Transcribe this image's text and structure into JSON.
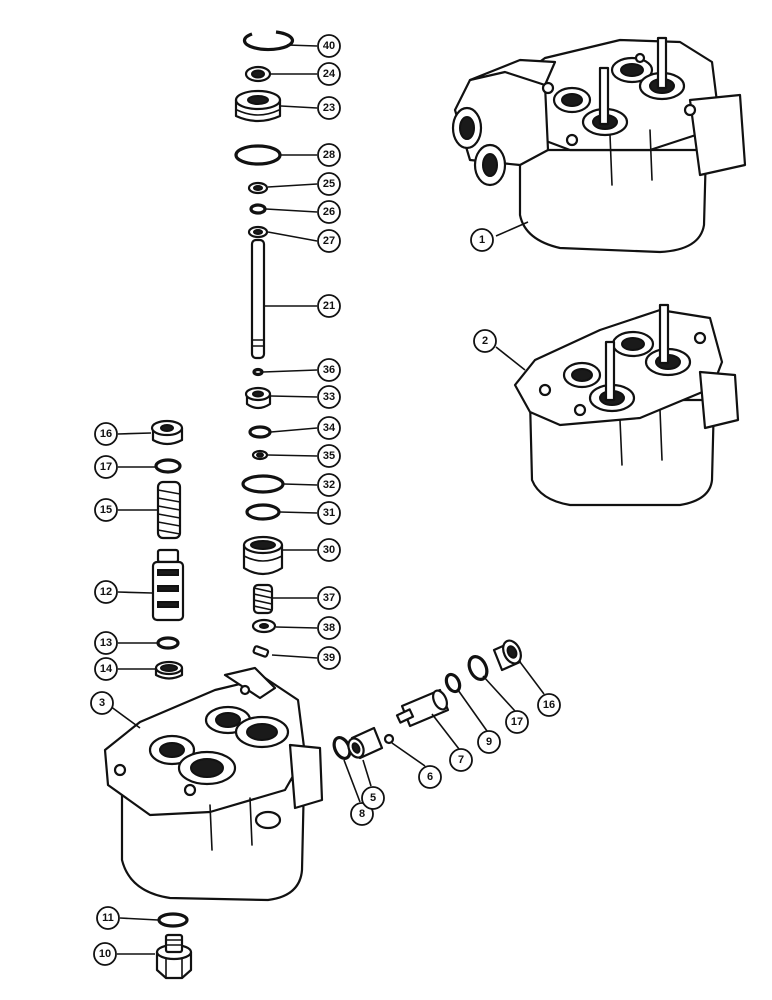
{
  "callouts": {
    "c1": "1",
    "c2": "2",
    "c3": "3",
    "c40": "40",
    "c24": "24",
    "c23": "23",
    "c28": "28",
    "c25": "25",
    "c26": "26",
    "c27": "27",
    "c21": "21",
    "c36": "36",
    "c33": "33",
    "c34": "34",
    "c35": "35",
    "c32": "32",
    "c31": "31",
    "c30": "30",
    "c37": "37",
    "c38": "38",
    "c39": "39",
    "c16a": "16",
    "c17a": "17",
    "c15": "15",
    "c12": "12",
    "c13": "13",
    "c14": "14",
    "c8": "8",
    "c5": "5",
    "c6": "6",
    "c7": "7",
    "c9": "9",
    "c17b": "17",
    "c16b": "16",
    "c11": "11",
    "c10": "10"
  }
}
